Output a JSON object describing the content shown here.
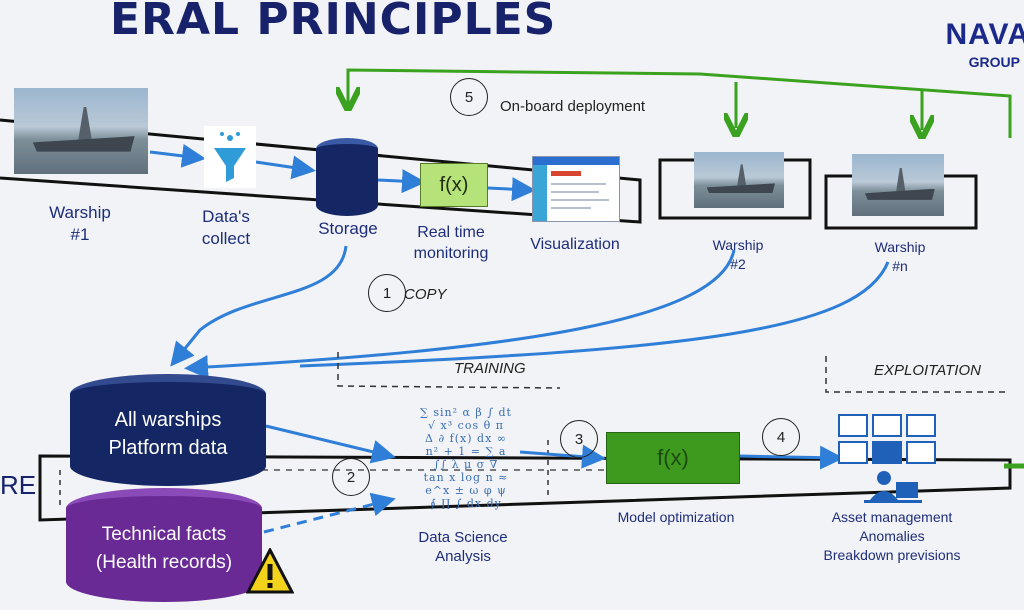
{
  "header": {
    "title": "ERAL PRINCIPLES",
    "logo_line1": "NAVA",
    "logo_line2": "GROUP"
  },
  "pipeline": {
    "warship1": "Warship\n#1",
    "collect": "Data's\ncollect",
    "storage": "Storage",
    "realtime": "Real time\nmonitoring",
    "fx_label": "f(x)",
    "visualization": "Visualization",
    "warship2": "Warship\n#2",
    "warshipn": "Warship\n#n"
  },
  "steps": {
    "s1": "1",
    "s1_label": "COPY",
    "s2": "2",
    "s3": "3",
    "s4": "4",
    "s5": "5",
    "s5_label": "On-board deployment"
  },
  "phases": {
    "training": "TRAINING",
    "exploitation": "EXPLOITATION"
  },
  "lower": {
    "side_label": "RE",
    "all_warships": "All warships\nPlatform data",
    "technical": "Technical facts\n(Health records)",
    "ds_analysis": "Data Science\nAnalysis",
    "model_fx": "f(x)",
    "model_opt": "Model optimization",
    "asset": "Asset management\nAnomalies\nBreakdown previsions"
  },
  "colors": {
    "navy": "#17226b",
    "blue_arrow": "#2f7fd8",
    "green_arrow": "#3aa21f",
    "purple": "#6a2a96"
  },
  "icons": [
    "funnel-icon",
    "warning-icon",
    "dashboard-icon",
    "analyst-icon"
  ]
}
